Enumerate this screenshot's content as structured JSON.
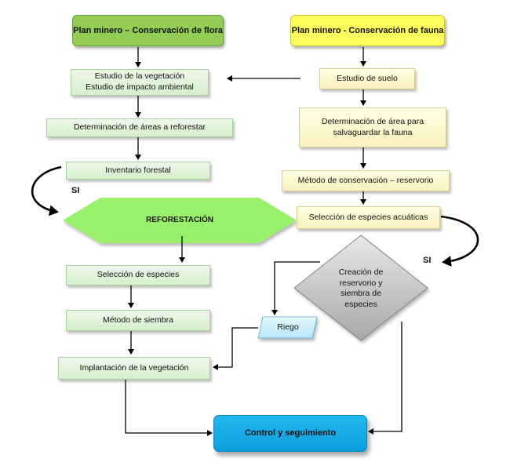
{
  "headers": {
    "flora": "Plan minero – Conservación de flora",
    "fauna": "Plan minero - Conservación de fauna"
  },
  "flora_steps": {
    "estudio_vegetacion": "Estudio de la vegetación\nEstudio de impacto ambiental",
    "determinacion_areas": "Determinación de áreas a reforestar",
    "inventario": "Inventario forestal",
    "reforestacion": "REFORESTACIÓN",
    "seleccion_especies": "Selección de especies",
    "metodo_siembra": "Método de siembra",
    "implantacion": "Implantación de la vegetación"
  },
  "fauna_steps": {
    "estudio_suelo": "Estudio de suelo",
    "determinacion_area": "Determinación de área para\nsalvaguardar la fauna",
    "metodo_conservacion": "Método de conservación – reservorio",
    "seleccion_acuaticas": "Selección de especies acuáticas",
    "creacion_reservorio": "Creación de\nreservorio y\nsiembra de\nespecies"
  },
  "riego": "Riego",
  "control": "Control y seguimiento",
  "labels": {
    "si_left": "SI",
    "si_right": "SI"
  },
  "colors": {
    "flora_header": "#93cd55",
    "fauna_header": "#ffff5e",
    "flora_box": "#e2f3dc",
    "fauna_box": "#fbf5c9",
    "reforestacion": "#99f06a",
    "creacion": "#bdbdbd",
    "riego": "#c7eef9",
    "control": "#14a9e6"
  }
}
